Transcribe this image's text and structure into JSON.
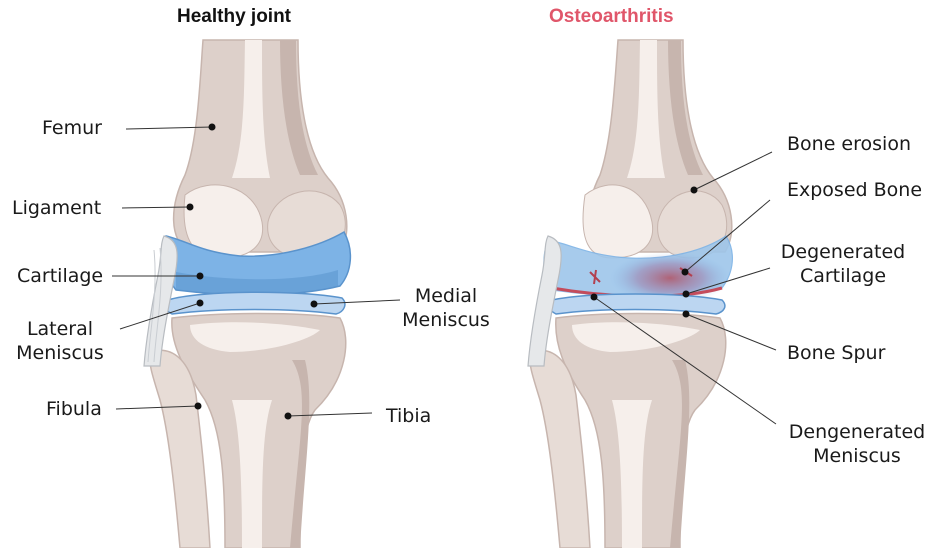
{
  "titles": {
    "healthy": "Healthy joint",
    "oa": "Osteoarthritis"
  },
  "colors": {
    "oa_title": "#e0566a",
    "bone": "#ddd0ca",
    "bone_light": "#f6efeb",
    "bone_shadow": "#c7b5ae",
    "cartilage": "#7db3e6",
    "cartilage_dark": "#5a93cc",
    "meniscus": "#bcd6f1",
    "ligament": "#e6e8ea",
    "inflammation": "#c44c5c"
  },
  "healthy_labels": {
    "femur": "Femur",
    "ligament": "Ligament",
    "cartilage": "Cartilage",
    "lateral_meniscus_1": "Lateral",
    "lateral_meniscus_2": "Meniscus",
    "medial_meniscus_1": "Medial",
    "medial_meniscus_2": "Meniscus",
    "fibula": "Fibula",
    "tibia": "Tibia"
  },
  "oa_labels": {
    "bone_erosion": "Bone erosion",
    "exposed_bone": "Exposed Bone",
    "degenerated_cartilage_1": "Degenerated",
    "degenerated_cartilage_2": "Cartilage",
    "bone_spur": "Bone Spur",
    "degenerated_meniscus_1": "Dengenerated",
    "degenerated_meniscus_2": "Meniscus"
  }
}
